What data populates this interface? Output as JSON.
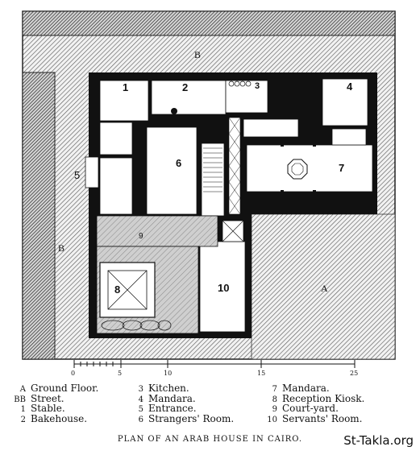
{
  "plan": {
    "rooms": [
      {
        "id": "1",
        "label": "1"
      },
      {
        "id": "2",
        "label": "2"
      },
      {
        "id": "3",
        "label": "3"
      },
      {
        "id": "4",
        "label": "4"
      },
      {
        "id": "5",
        "label": "5"
      },
      {
        "id": "6",
        "label": "6"
      },
      {
        "id": "7",
        "label": "7"
      },
      {
        "id": "8",
        "label": "8"
      },
      {
        "id": "9",
        "label": "9"
      },
      {
        "id": "10",
        "label": "10"
      }
    ],
    "area_labels": {
      "street_top": "B",
      "street_left": "B",
      "ground": "A"
    },
    "scale_labels": [
      "0",
      "5",
      "10",
      "15",
      "25"
    ]
  },
  "legend": {
    "col1": [
      {
        "key": "A",
        "text": "Ground Floor."
      },
      {
        "key": "BB",
        "text": "Street."
      },
      {
        "key": "1",
        "text": "Stable."
      },
      {
        "key": "2",
        "text": "Bakehouse."
      }
    ],
    "col2": [
      {
        "key": "3",
        "text": "Kitchen."
      },
      {
        "key": "4",
        "text": "Mandara."
      },
      {
        "key": "5",
        "text": "Entrance."
      },
      {
        "key": "6",
        "text": "Strangers' Room."
      }
    ],
    "col3": [
      {
        "key": "7",
        "text": "Mandara."
      },
      {
        "key": "8",
        "text": "Reception Kiosk."
      },
      {
        "key": "9",
        "text": "Court-yard."
      },
      {
        "key": "10",
        "text": "Servants' Room."
      }
    ]
  },
  "caption": "PLAN OF AN ARAB HOUSE IN CAIRO.",
  "watermark": "St-Takla.org"
}
